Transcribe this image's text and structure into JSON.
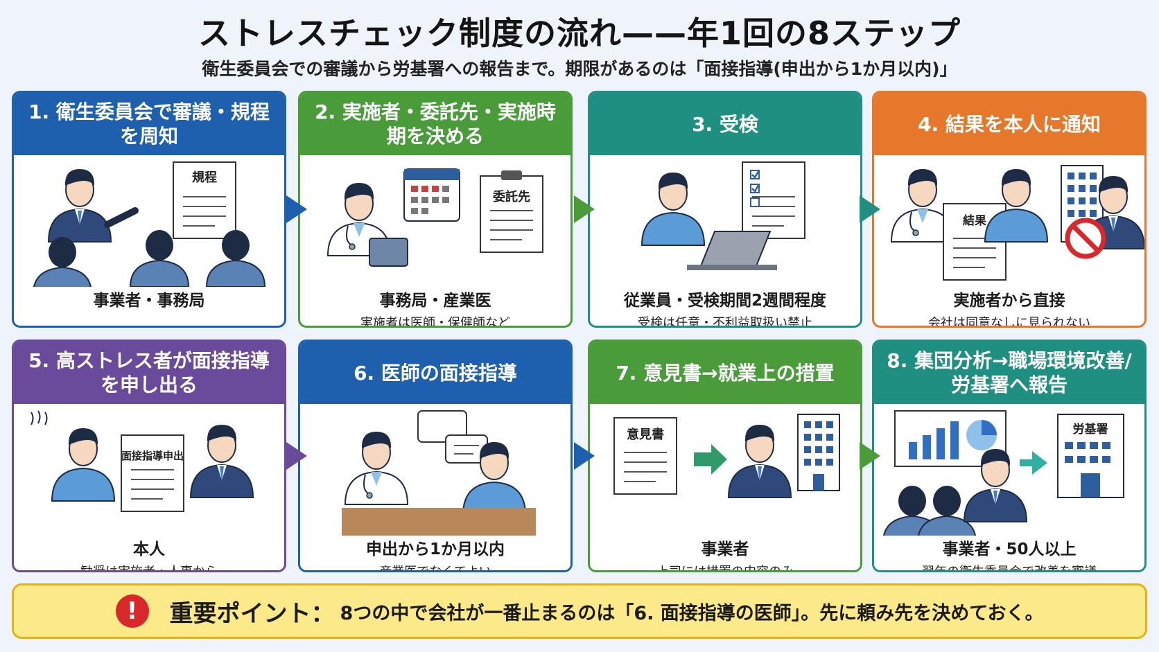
{
  "title": "ストレスチェック制度の流れ——年1回の8ステップ",
  "subtitle": "衛生委員会での審議から労基署への報告まで。期限があるのは「面接指導(申出から1か月以内)」",
  "steps": [
    {
      "heading": "1. 衛生委員会で審議・規程を周知",
      "doc": "規程",
      "caption": "事業者・事務局",
      "note": ""
    },
    {
      "heading": "2. 実施者・委託先・実施時期を決める",
      "doc": "委託先",
      "caption": "事務局・産業医",
      "note": "実施者は医師・保健師など"
    },
    {
      "heading": "3. 受検",
      "doc": "",
      "caption": "従業員・受検期間2週間程度",
      "note": "受検は任意・不利益取扱い禁止"
    },
    {
      "heading": "4. 結果を本人に通知",
      "doc": "結果",
      "caption": "実施者から直接",
      "note": "会社は同意なしに見られない"
    },
    {
      "heading": "5. 高ストレス者が面接指導を申し出る",
      "doc": "面接指導申出",
      "caption": "本人",
      "note": "勧奨は実施者・人事から"
    },
    {
      "heading": "6. 医師の面接指導",
      "doc": "",
      "caption": "申出から1か月以内",
      "note": "産業医でなくてよい"
    },
    {
      "heading": "7. 意見書→就業上の措置",
      "doc": "意見書",
      "caption": "事業者",
      "note": "上司には措置の内容のみ"
    },
    {
      "heading": "8. 集団分析→職場環境改善/労基署へ報告",
      "doc": "労基署",
      "caption": "事業者・50人以上",
      "note": "翌年の衛生委員会で改善を審議"
    }
  ],
  "point": {
    "icon": "!",
    "label": "重要ポイント：",
    "text": "8つの中で会社が一番止まるのは「6. 面接指導の医師」。先に頼み先を決めておく。"
  },
  "colors": {
    "blue": "#1e5fae",
    "green": "#4a9c3b",
    "teal": "#1f8f82",
    "orange": "#e6782b",
    "purple": "#6a4a9b",
    "point_bg": "#fbe98a",
    "warn": "#d8282a"
  }
}
